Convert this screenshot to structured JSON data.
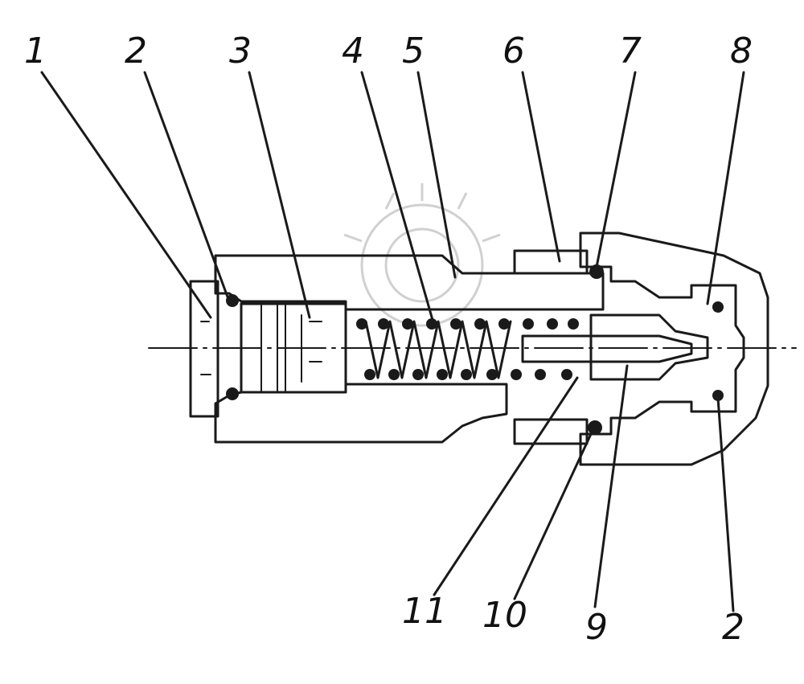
{
  "diagram": {
    "labels_top": [
      "1",
      "2",
      "3",
      "4",
      "5",
      "6",
      "7",
      "8"
    ],
    "labels_bottom": [
      "11",
      "10",
      "9",
      "2"
    ]
  },
  "colors": {
    "ink": "#1a1a1a",
    "background": "#ffffff",
    "watermark": "#d0d0d0"
  }
}
